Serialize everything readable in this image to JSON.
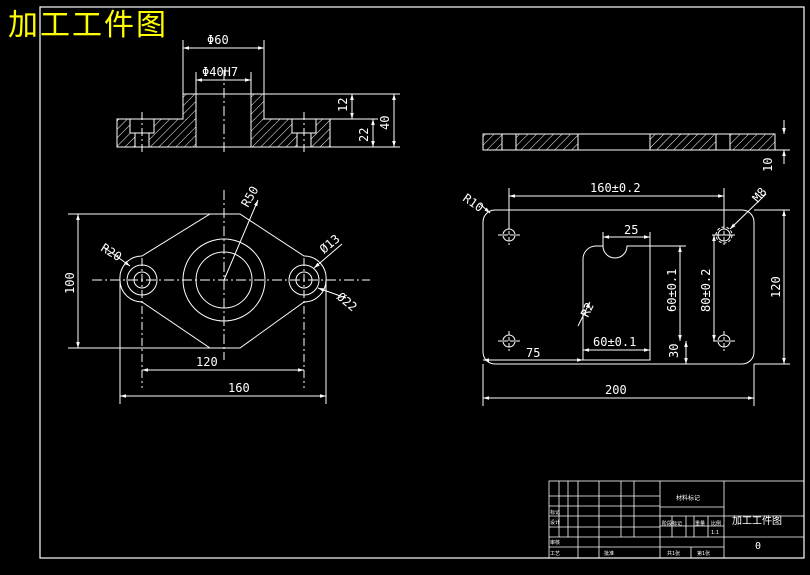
{
  "header": {
    "title": "加工工件图"
  },
  "section_view": {
    "dim_outer_dia": "Φ60",
    "dim_bore": "Φ40H7",
    "dim_12": "12",
    "dim_22": "22",
    "dim_40": "40"
  },
  "top_view": {
    "dim_r50": "R50",
    "dim_r20": "R20",
    "dim_d13": "Ø13",
    "dim_d22": "Ø22",
    "dim_100": "100",
    "dim_120": "120",
    "dim_160": "160"
  },
  "plate_side": {
    "dim_10": "10"
  },
  "plate_front": {
    "dim_r10": "R10",
    "dim_160": "160±0.2",
    "dim_m8": "M8",
    "dim_25": "25",
    "dim_60v": "60±0.1",
    "dim_80": "80±0.2",
    "dim_120": "120",
    "dim_r2": "R2",
    "dim_75": "75",
    "dim_60h": "60±0.1",
    "dim_30": "30",
    "dim_200": "200"
  },
  "title_block": {
    "material_label": "材料标记",
    "drawing_name": "加工工件图",
    "drawing_code": "0",
    "row_labels": [
      "标记",
      "设计",
      "审核",
      "工艺"
    ],
    "stage_label": "阶段标记",
    "weight_label": "重量",
    "scale_label": "比例",
    "scale_value": "1:1",
    "approve_label": "批准",
    "sheets_total": "共1张",
    "sheet_no": "第1张"
  }
}
